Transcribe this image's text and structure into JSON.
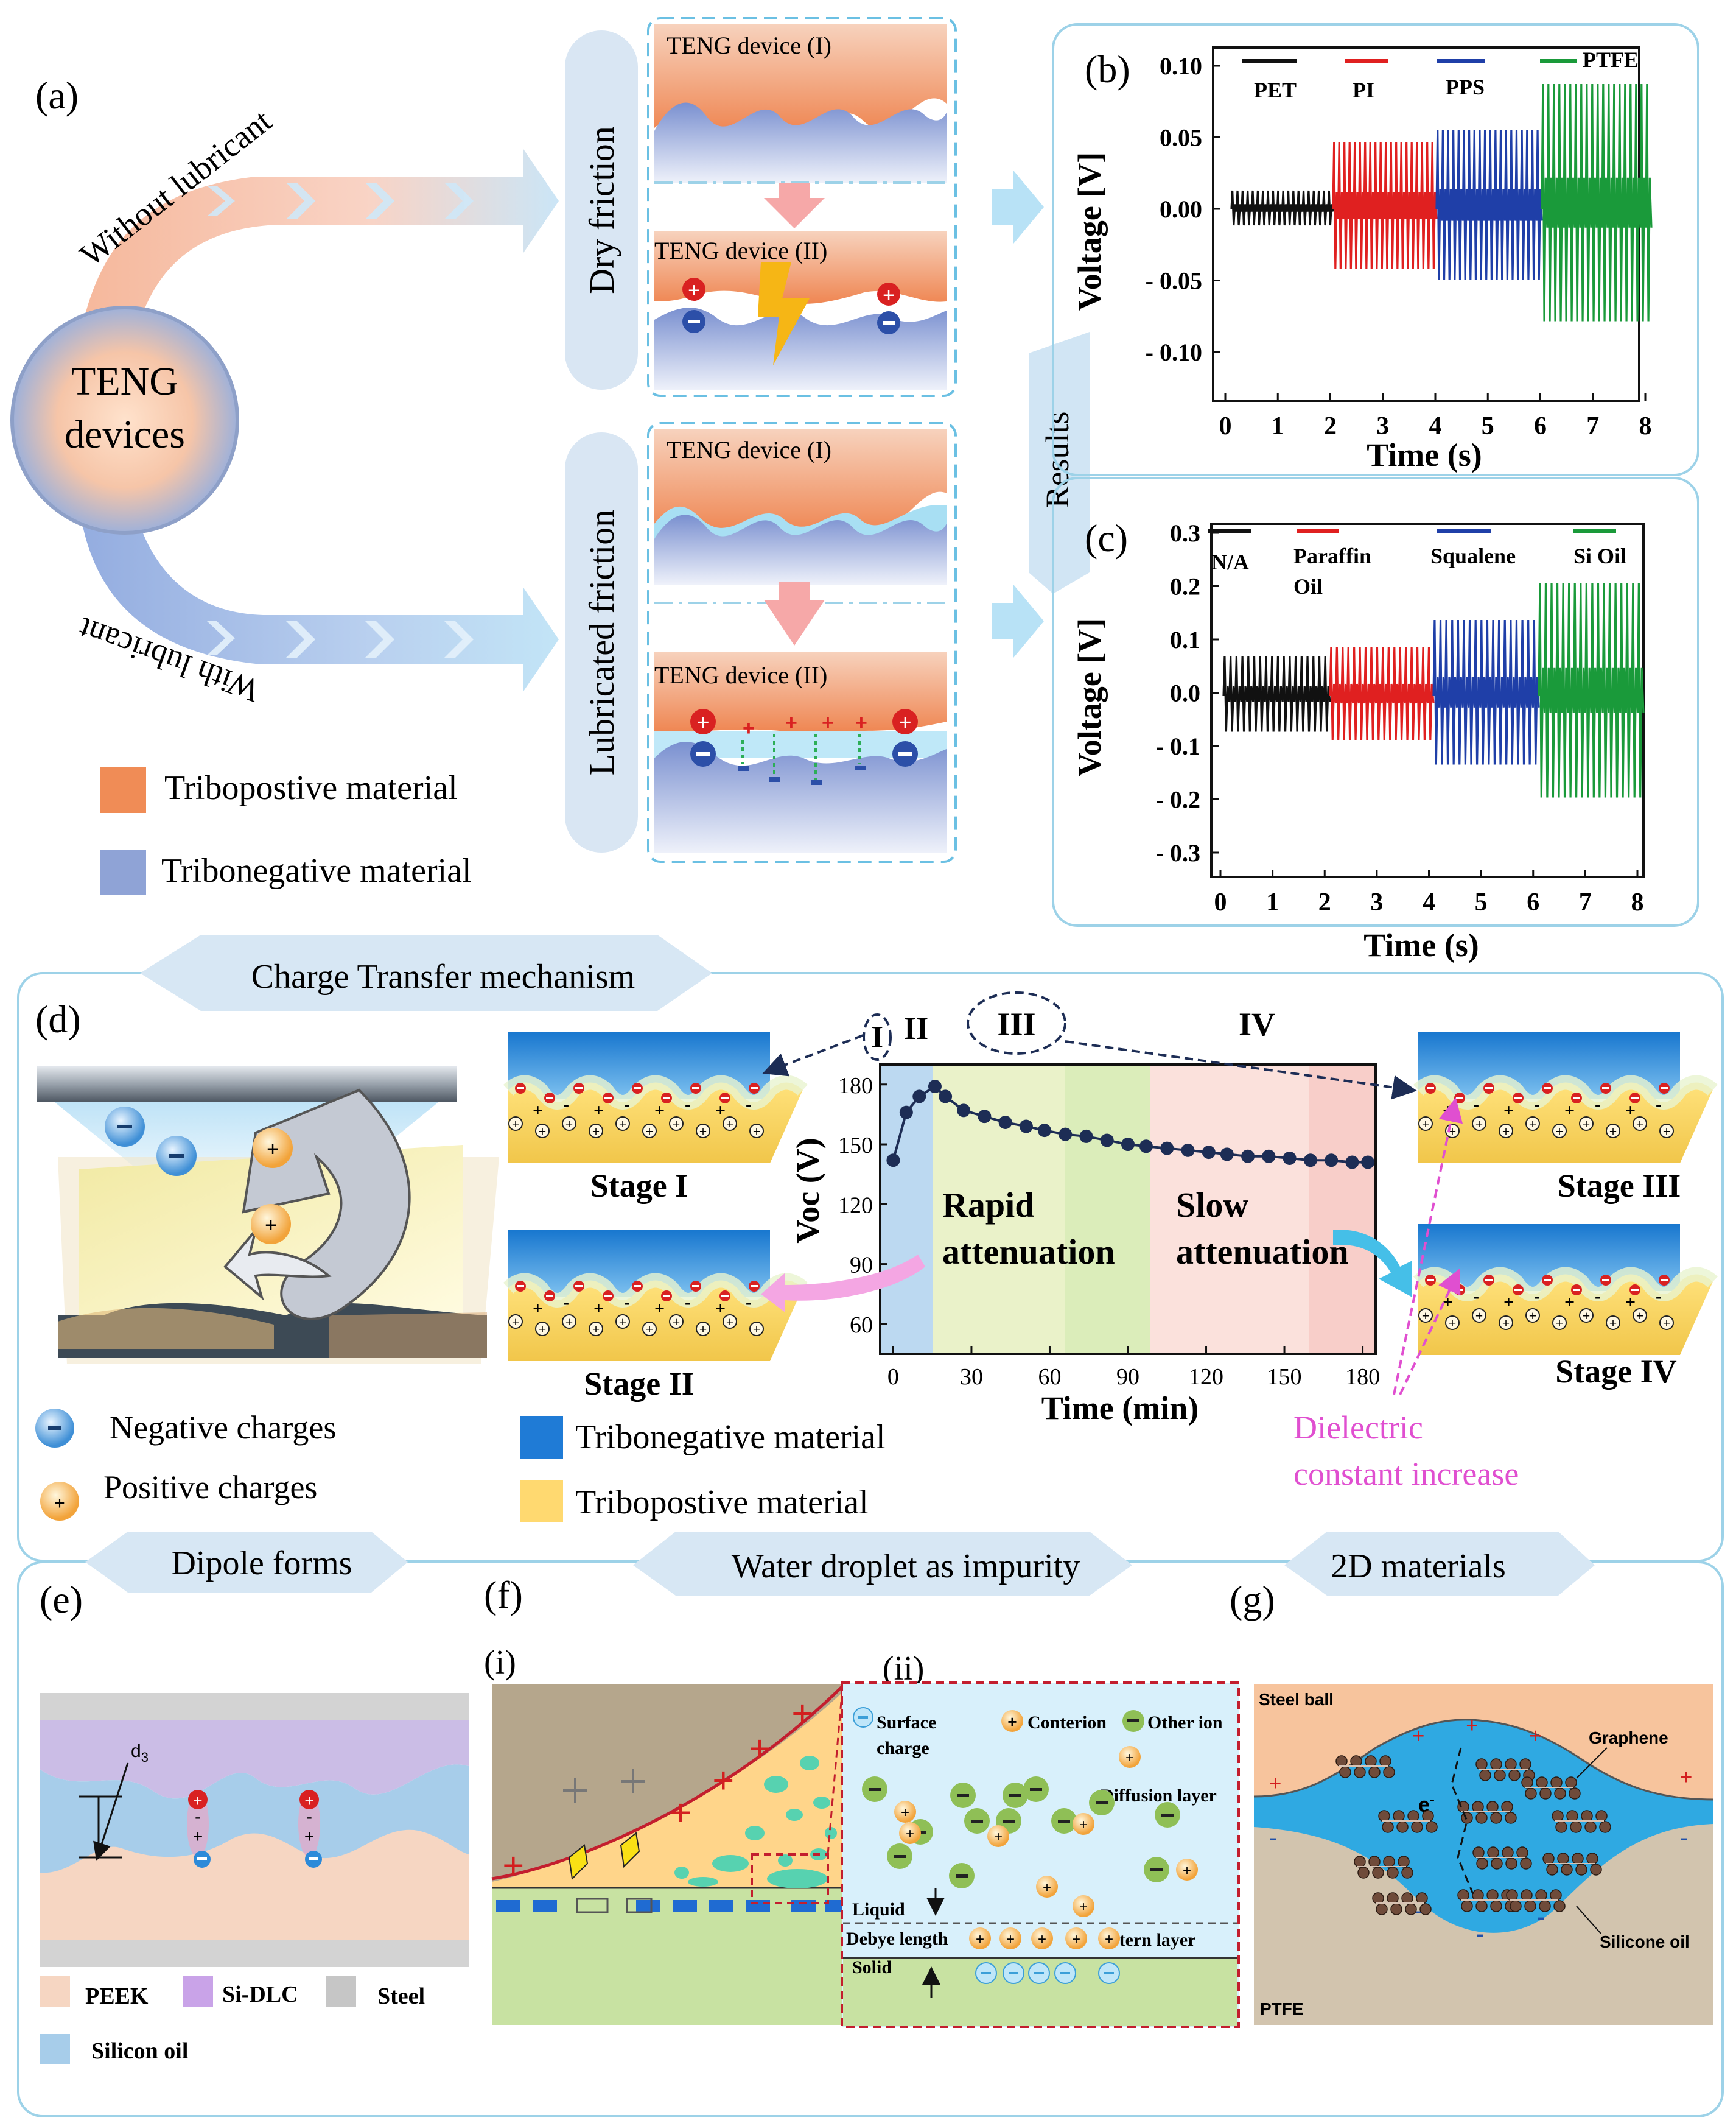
{
  "colors": {
    "tribopositive": "#f08c56",
    "tribonegative": "#8fa3d6",
    "pet": "#111111",
    "pi": "#e02020",
    "pps": "#1f3fa8",
    "ptfe": "#1a9a3a",
    "blue_layer": "#1f7bd6",
    "yellow_layer": "#ffd970",
    "panel_border": "#9dd2e8",
    "banner": "#d7e7f4",
    "dielectric": "#e04fd0"
  },
  "panel_a": {
    "label": "(a)",
    "circle_text": [
      "TENG",
      "devices"
    ],
    "top_arrow_text": "Without lubricant",
    "bottom_arrow_text": "With lubricant",
    "dry_title": "Dry friction",
    "lub_title": "Lubricated friction",
    "device_I": "TENG device (I)",
    "device_II": "TENG device (II)",
    "legend": [
      {
        "label": "Tribopostive material",
        "color": "#f08c56"
      },
      {
        "label": "Tribonegative material",
        "color": "#8fa3d6"
      }
    ],
    "results_tab": "Results"
  },
  "panel_b": {
    "label": "(b)",
    "xlabel": "Time (s)",
    "ylabel": "Voltage [V]",
    "yticks": [
      "0.10",
      "0.05",
      "0.00",
      "- 0.05",
      "- 0.10"
    ],
    "xticks": [
      "0",
      "1",
      "2",
      "3",
      "4",
      "5",
      "6",
      "7",
      "8"
    ],
    "legend": [
      "PET",
      "PI",
      "PPS",
      "PTFE"
    ]
  },
  "panel_c": {
    "label": "(c)",
    "xlabel": "Time (s)",
    "ylabel": "Voltage [V]",
    "yticks": [
      "0.3",
      "0.2",
      "0.1",
      "0.0",
      "- 0.1",
      "- 0.2",
      "- 0.3"
    ],
    "xticks": [
      "0",
      "1",
      "2",
      "3",
      "4",
      "5",
      "6",
      "7",
      "8"
    ],
    "legend": [
      "N/A",
      "Paraffin Oil",
      "Squalene",
      "Si Oil"
    ]
  },
  "panel_d": {
    "label": "(d)",
    "banner": "Charge Transfer mechanism",
    "legend_neg": "Negative charges",
    "legend_pos": "Positive charges",
    "stage_I": "Stage I",
    "stage_II": "Stage II",
    "stage_III": "Stage III",
    "stage_IV": "Stage IV",
    "layer_legend": [
      {
        "label": "Tribonegative material",
        "color": "#1f7bd6"
      },
      {
        "label": "Tribopostive material",
        "color": "#ffd970"
      }
    ],
    "regions": [
      "I",
      "II",
      "III",
      "IV"
    ],
    "text_rapid": [
      "Rapid",
      "attenuation"
    ],
    "text_slow": [
      "Slow",
      "attenuation"
    ],
    "dielectric": [
      "Dielectric",
      "constant increase"
    ],
    "ylabel": "Voc (V)",
    "xlabel": "Time (min)",
    "yticks": [
      "180",
      "150",
      "120",
      "90",
      "60"
    ],
    "xticks": [
      "0",
      "30",
      "60",
      "90",
      "120",
      "150",
      "180"
    ]
  },
  "chart_data": {
    "type": "line",
    "xlabel": "Time (min)",
    "ylabel": "Voc (V)",
    "xlim": [
      -5,
      185
    ],
    "ylim": [
      45,
      190
    ],
    "x": [
      0,
      5,
      10,
      16,
      20,
      27,
      35,
      43,
      51,
      58,
      66,
      74,
      82,
      90,
      97,
      105,
      113,
      121,
      128,
      136,
      144,
      152,
      160,
      168,
      176,
      182
    ],
    "values": [
      142,
      166,
      174,
      179,
      174,
      167,
      164,
      161,
      159,
      157,
      155,
      154,
      152,
      150,
      149,
      148,
      147,
      146,
      145,
      144,
      144,
      143,
      142,
      142,
      141,
      141
    ]
  },
  "panel_e": {
    "label": "(e)",
    "banner": "Dipole forms",
    "d3": "d",
    "d3_sub": "3",
    "legend": [
      {
        "label": "PEEK",
        "color": "#f6d6c2"
      },
      {
        "label": "Si-DLC",
        "color": "#c9a3e8"
      },
      {
        "label": "Steel",
        "color": "#c6c6c6"
      },
      {
        "label": "Silicon oil",
        "color": "#a7cdea"
      }
    ]
  },
  "panel_f": {
    "label": "(f)",
    "banner": "Water droplet as impurity",
    "sub_i": "(i)",
    "sub_ii": "(ii)",
    "surface_charge": [
      "Surface",
      "charge"
    ],
    "counterion": "Conterion",
    "other_ion": "Other ion",
    "diffusion_layer": "Diffusion layer",
    "liquid": "Liquid",
    "debye": "Debye length",
    "stern": "Stern layer",
    "solid": "Solid"
  },
  "panel_g": {
    "label": "(g)",
    "banner": "2D materials",
    "steel_ball": "Steel ball",
    "graphene": "Graphene",
    "electron": "e",
    "silicone_oil": "Silicone oil",
    "ptfe": "PTFE"
  }
}
